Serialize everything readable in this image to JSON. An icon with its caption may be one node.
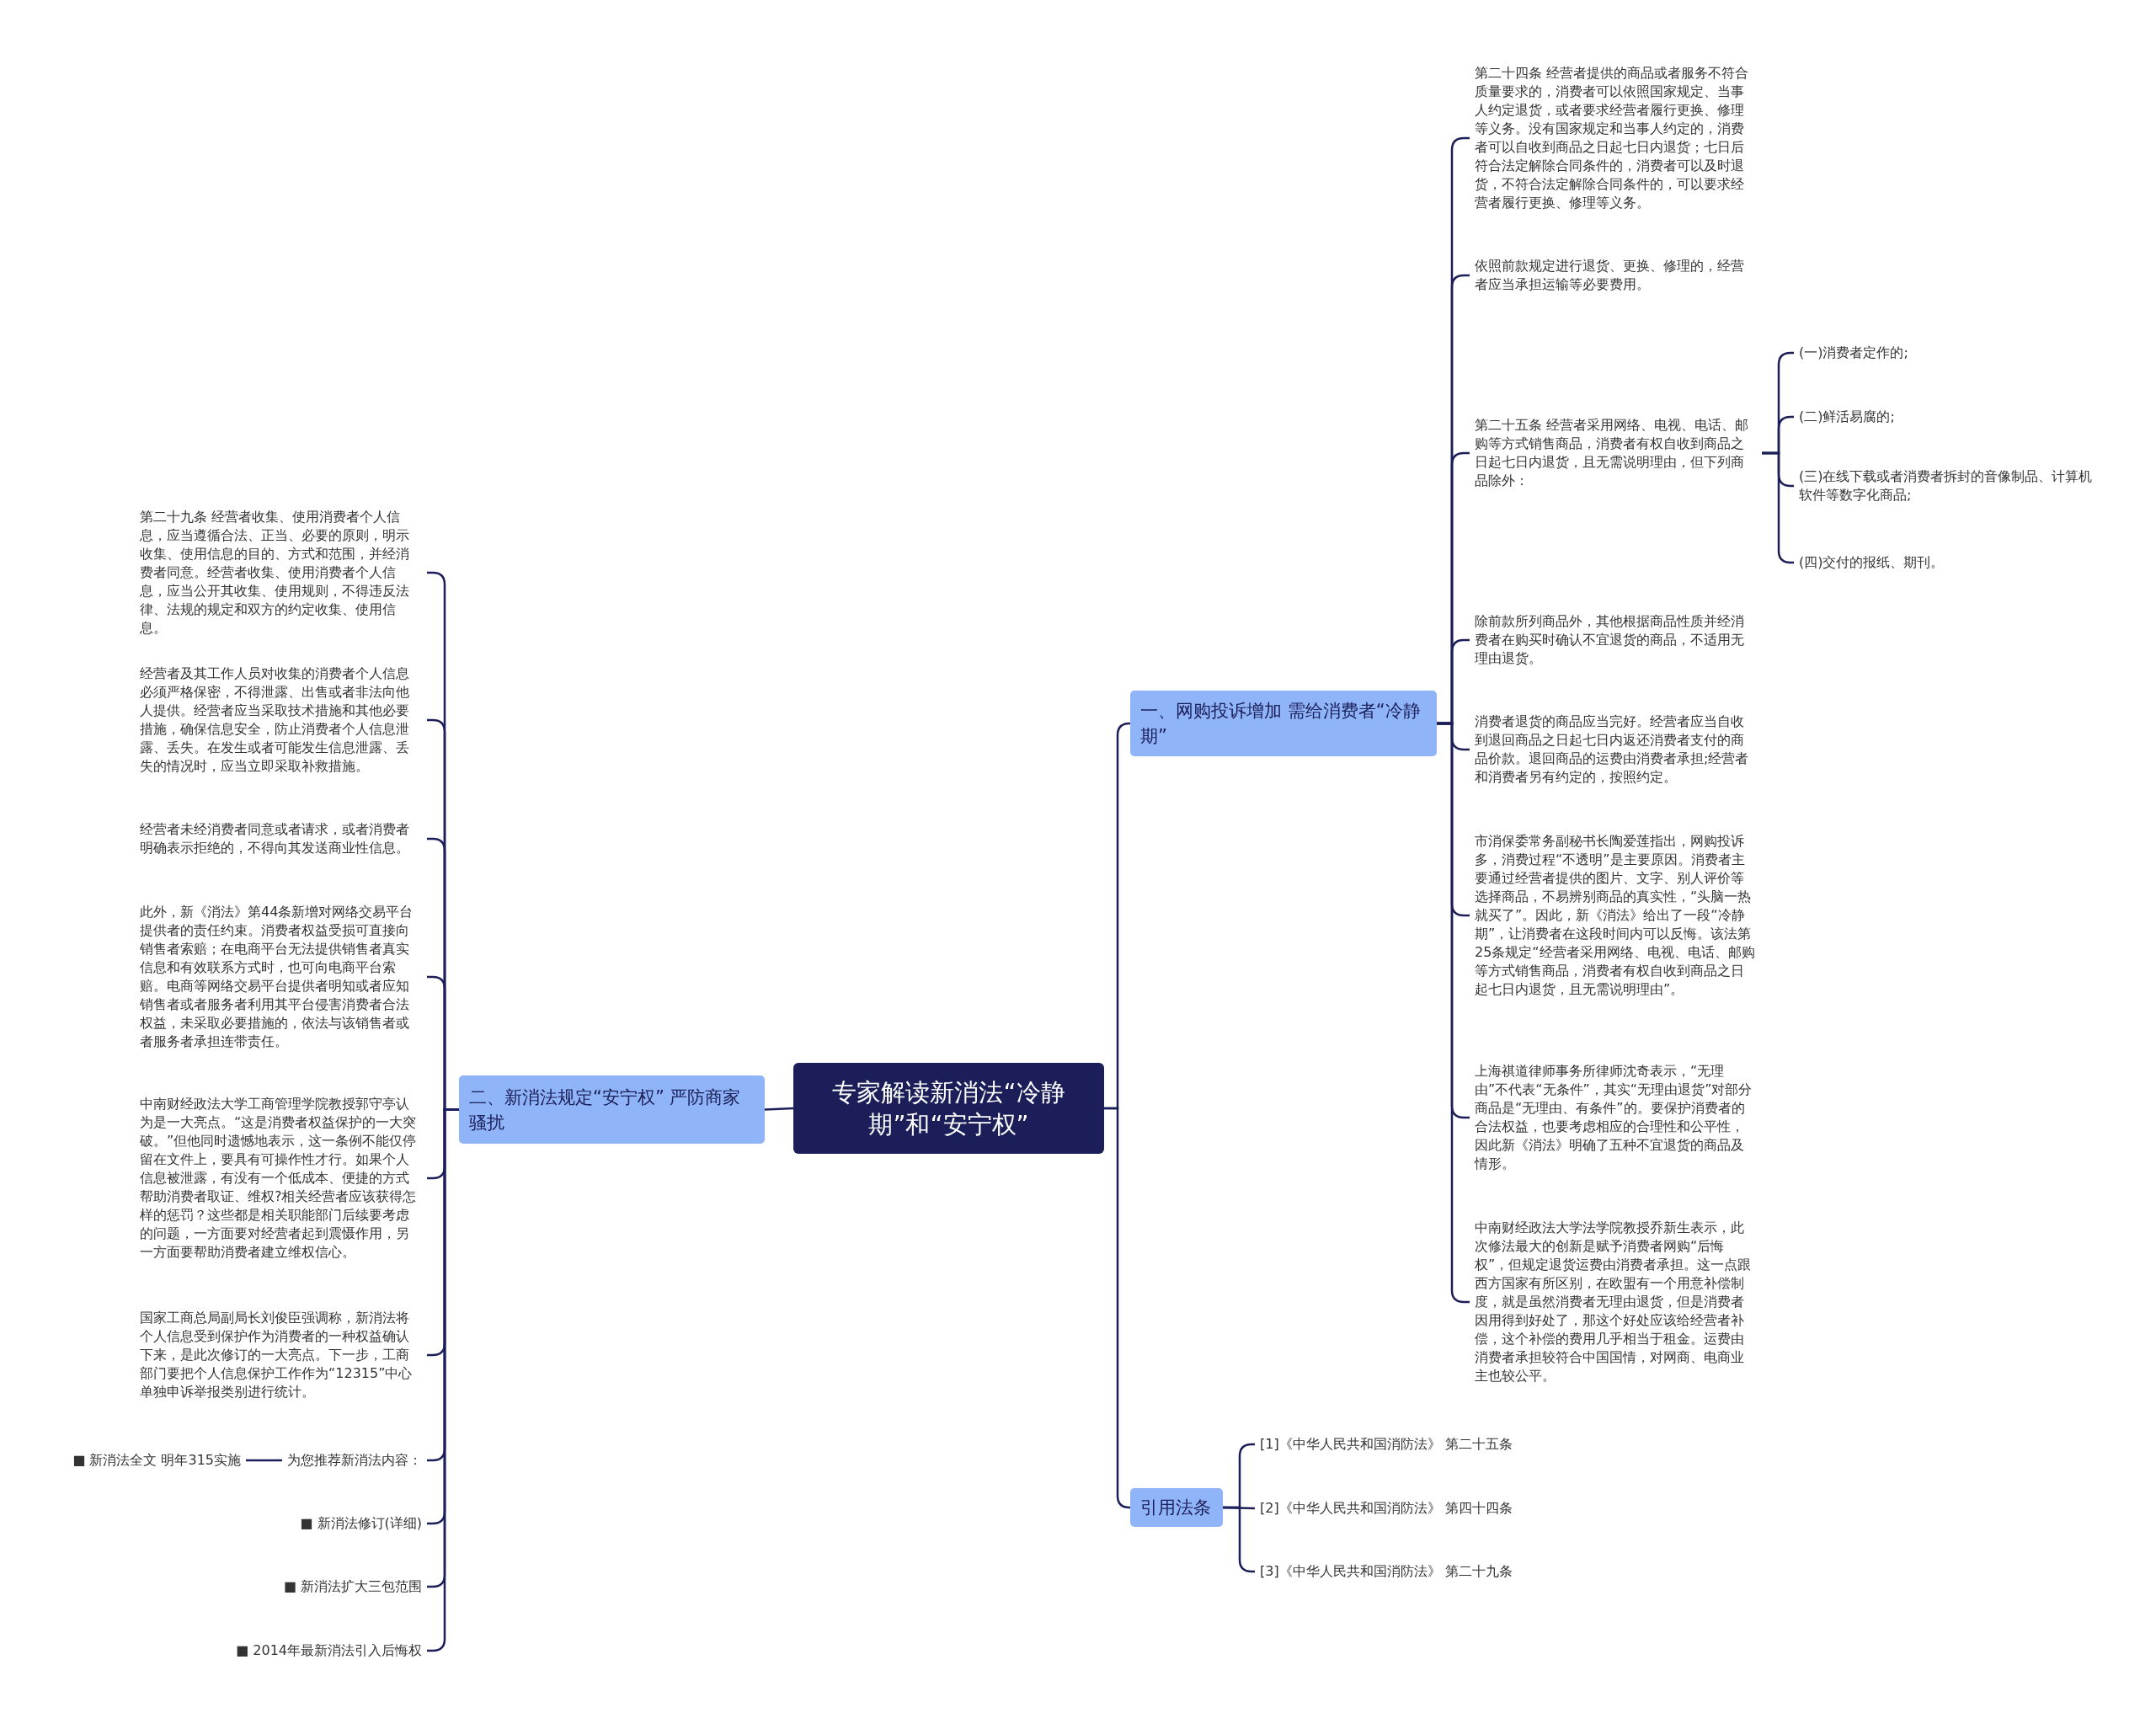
{
  "diagram": {
    "nodes": [
      {
        "text": [
          "专家解读新消法“冷静期”和“安宁权”"
        ]
      },
      {
        "text": [
          "一、网购投诉增加 需给消费者“冷静期”"
        ]
      },
      {
        "text": [
          "第二十四条 经营者提供的商品或者服务不符合质量要求的，消费者可以依照国家规定、当事人约定退货，或者要求经营者履行更换、修理等义务。没有国家规定和当事人约定的，消费者可以自收到商品之日起七日内退货；七日后符合法定解除合同条件的，消费者可以及时退货，不符合法定解除合同条件的，可以要求经营者履行更换、修理等义务。"
        ]
      },
      {
        "text": [
          "依照前款规定进行退货、更换、修理的，经营者应当承担运输等必要费用。"
        ]
      },
      {
        "text": [
          "第二十五条 经营者采用网络、电视、电话、邮购等方式销售商品，消费者有权自收到商品之日起七日内退货，且无需说明理由，但下列商品除外："
        ]
      },
      {
        "text": [
          "(一)消费者定作的;"
        ]
      },
      {
        "text": [
          "(二)鲜活易腐的;"
        ]
      },
      {
        "text": [
          "(三)在线下载或者消费者拆封的音像制品、计算机软件等数字化商品;"
        ]
      },
      {
        "text": [
          "(四)交付的报纸、期刊。"
        ]
      },
      {
        "text": [
          "除前款所列商品外，其他根据商品性质并经消费者在购买时确认不宜退货的商品，不适用无理由退货。"
        ]
      },
      {
        "text": [
          "消费者退货的商品应当完好。经营者应当自收到退回商品之日起七日内返还消费者支付的商品价款。退回商品的运费由消费者承担;经营者和消费者另有约定的，按照约定。"
        ]
      },
      {
        "text": [
          "市消保委常务副秘书长陶爱莲指出，网购投诉多，消费过程“不透明”是主要原因。消费者主要通过经营者提供的图片、文字、别人评价等选择商品，不易辨别商品的真实性，“头脑一热就买了”。因此，新《消法》给出了一段“冷静期”，让消费者在这段时间内可以反悔。该法第25条规定“经营者采用网络、电视、电话、邮购等方式销售商品，消费者有权自收到商品之日起七日内退货，且无需说明理由”。"
        ]
      },
      {
        "text": [
          "上海祺道律师事务所律师沈奇表示，“无理由”不代表“无条件”，其实“无理由退货”对部分商品是“无理由、有条件”的。要保护消费者的合法权益，也要考虑相应的合理性和公平性，因此新《消法》明确了五种不宜退货的商品及情形。"
        ]
      },
      {
        "text": [
          "中南财经政法大学法学院教授乔新生表示，此次修法最大的创新是赋予消费者网购“后悔权”，但规定退货运费由消费者承担。这一点跟西方国家有所区别，在欧盟有一个用意补偿制度，就是虽然消费者无理由退货，但是消费者因用得到好处了，那这个好处应该给经营者补偿，这个补偿的费用几乎相当于租金。运费由消费者承担较符合中国国情，对网商、电商业主也较公平。"
        ]
      },
      {
        "text": [
          "引用法条"
        ]
      },
      {
        "text": [
          "[1]《中华人民共和国消防法》 第二十五条"
        ]
      },
      {
        "text": [
          "[2]《中华人民共和国消防法》 第四十四条"
        ]
      },
      {
        "text": [
          "[3]《中华人民共和国消防法》 第二十九条"
        ]
      },
      {
        "text": [
          "二、新消法规定“安宁权” 严防商家骚扰"
        ]
      },
      {
        "text": [
          "第二十九条 经营者收集、使用消费者个人信息，应当遵循合法、正当、必要的原则，明示收集、使用信息的目的、方式和范围，并经消费者同意。经营者收集、使用消费者个人信息，应当公开其收集、使用规则，不得违反法律、法规的规定和双方的约定收集、使用信息。"
        ]
      },
      {
        "text": [
          "经营者及其工作人员对收集的消费者个人信息必须严格保密，不得泄露、出售或者非法向他人提供。经营者应当采取技术措施和其他必要措施，确保信息安全，防止消费者个人信息泄露、丢失。在发生或者可能发生信息泄露、丢失的情况时，应当立即采取补救措施。"
        ]
      },
      {
        "text": [
          "经营者未经消费者同意或者请求，或者消费者明确表示拒绝的，不得向其发送商业性信息。"
        ]
      },
      {
        "text": [
          "此外，新《消法》第44条新增对网络交易平台提供者的责任约束。消费者权益受损可直接向销售者索赔；在电商平台无法提供销售者真实信息和有效联系方式时，也可向电商平台索赔。电商等网络交易平台提供者明知或者应知销售者或者服务者利用其平台侵害消费者合法权益，未采取必要措施的，依法与该销售者或者服务者承担连带责任。"
        ]
      },
      {
        "text": [
          "中南财经政法大学工商管理学院教授郭守亭认为是一大亮点。“这是消费者权益保护的一大突破。”但他同时遗憾地表示，这一条例不能仅停留在文件上，要具有可操作性才行。如果个人信息被泄露，有没有一个低成本、便捷的方式帮助消费者取证、维权?相关经营者应该获得怎样的惩罚？这些都是相关职能部门后续要考虑的问题，一方面要对经营者起到震慑作用，另一方面要帮助消费者建立维权信心。"
        ]
      },
      {
        "text": [
          "国家工商总局副局长刘俊臣强调称，新消法将个人信息受到保护作为消费者的一种权益确认下来，是此次修订的一大亮点。下一步，工商部门要把个人信息保护工作作为“12315”中心单独申诉举报类别进行统计。"
        ]
      },
      {
        "text": [
          "为您推荐新消法内容："
        ]
      },
      {
        "text": [
          "■ 新消法全文 明年315实施"
        ]
      },
      {
        "text": [
          "■ 新消法修订(详细)"
        ]
      },
      {
        "text": [
          "■ 新消法扩大三包范围"
        ]
      },
      {
        "text": [
          "■ 2014年最新消法引入后悔权"
        ]
      }
    ],
    "edges": [
      {
        "from": 0,
        "to": 1,
        "arrow": "none"
      },
      {
        "from": 1,
        "to": 2,
        "arrow": "none"
      },
      {
        "from": 1,
        "to": 3,
        "arrow": "none"
      },
      {
        "from": 1,
        "to": 4,
        "arrow": "none"
      },
      {
        "from": 4,
        "to": 5,
        "arrow": "none"
      },
      {
        "from": 4,
        "to": 6,
        "arrow": "none"
      },
      {
        "from": 4,
        "to": 7,
        "arrow": "none"
      },
      {
        "from": 4,
        "to": 8,
        "arrow": "none"
      },
      {
        "from": 1,
        "to": 9,
        "arrow": "none"
      },
      {
        "from": 1,
        "to": 10,
        "arrow": "none"
      },
      {
        "from": 1,
        "to": 11,
        "arrow": "none"
      },
      {
        "from": 1,
        "to": 12,
        "arrow": "none"
      },
      {
        "from": 1,
        "to": 13,
        "arrow": "none"
      },
      {
        "from": 0,
        "to": 14,
        "arrow": "none"
      },
      {
        "from": 14,
        "to": 15,
        "arrow": "none"
      },
      {
        "from": 14,
        "to": 16,
        "arrow": "none"
      },
      {
        "from": 14,
        "to": 17,
        "arrow": "none"
      },
      {
        "from": 0,
        "to": 18,
        "arrow": "none"
      },
      {
        "from": 18,
        "to": 19,
        "arrow": "none"
      },
      {
        "from": 18,
        "to": 20,
        "arrow": "none"
      },
      {
        "from": 18,
        "to": 21,
        "arrow": "none"
      },
      {
        "from": 18,
        "to": 22,
        "arrow": "none"
      },
      {
        "from": 18,
        "to": 23,
        "arrow": "none"
      },
      {
        "from": 18,
        "to": 24,
        "arrow": "none"
      },
      {
        "from": 18,
        "to": 25,
        "arrow": "none"
      },
      {
        "from": 25,
        "to": 26,
        "arrow": "none"
      },
      {
        "from": 18,
        "to": 27,
        "arrow": "none"
      },
      {
        "from": 18,
        "to": 28,
        "arrow": "none"
      },
      {
        "from": 18,
        "to": 29,
        "arrow": "none"
      }
    ]
  }
}
